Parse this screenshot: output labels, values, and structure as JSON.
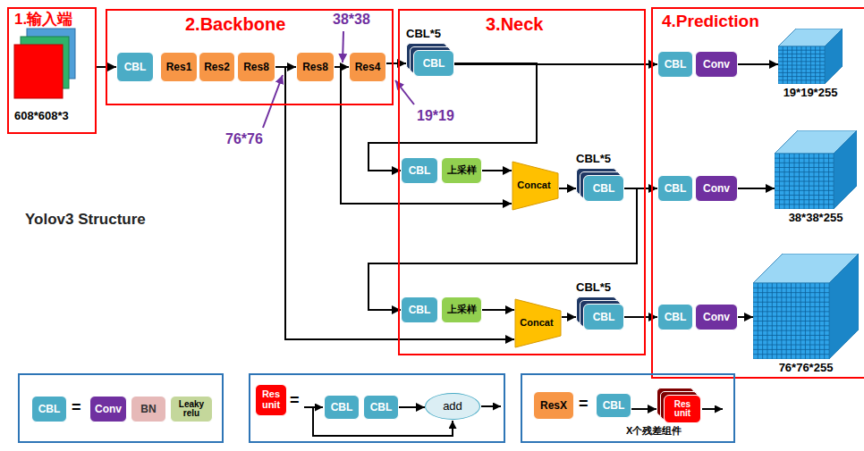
{
  "diagram": {
    "nodes": [
      {
        "text": [
          "1.输入端",
          "608*608*3"
        ]
      },
      {
        "text": [
          "2.Backbone"
        ]
      },
      {
        "text": [
          "CBL"
        ],
        "in": 1
      },
      {
        "text": [
          "Res1"
        ],
        "in": 1
      },
      {
        "text": [
          "Res2"
        ],
        "in": 1
      },
      {
        "text": [
          "Res8"
        ],
        "in": 1
      },
      {
        "text": [
          "Res8"
        ],
        "in": 1
      },
      {
        "text": [
          "Res4"
        ],
        "in": 1
      },
      {
        "text": [
          "3.Neck"
        ]
      },
      {
        "text": [
          "CBL*5",
          "CBL"
        ],
        "in": 8
      },
      {
        "text": [
          "CBL"
        ],
        "in": 8
      },
      {
        "text": [
          "上采样"
        ],
        "in": 8
      },
      {
        "text": [
          "Concat"
        ],
        "in": 8
      },
      {
        "text": [
          "CBL*5",
          "CBL"
        ],
        "in": 8
      },
      {
        "text": [
          "CBL"
        ],
        "in": 8
      },
      {
        "text": [
          "上采样"
        ],
        "in": 8
      },
      {
        "text": [
          "Concat"
        ],
        "in": 8
      },
      {
        "text": [
          "CBL*5",
          "CBL"
        ],
        "in": 8
      },
      {
        "text": [
          "4.Prediction"
        ]
      },
      {
        "text": [
          "CBL"
        ],
        "in": 18
      },
      {
        "text": [
          "Conv"
        ],
        "in": 18
      },
      {
        "text": [
          "19*19*255"
        ],
        "in": 18
      },
      {
        "text": [
          "CBL"
        ],
        "in": 18
      },
      {
        "text": [
          "Conv"
        ],
        "in": 18
      },
      {
        "text": [
          "38*38*255"
        ],
        "in": 18
      },
      {
        "text": [
          "CBL"
        ],
        "in": 18
      },
      {
        "text": [
          "Conv"
        ],
        "in": 18
      },
      {
        "text": [
          "76*76*255"
        ],
        "in": 18
      },
      {
        "text": [
          "="
        ]
      },
      {
        "text": [
          "CBL"
        ],
        "in": 28
      },
      {
        "text": [
          "Conv"
        ],
        "in": 28
      },
      {
        "text": [
          "BN"
        ],
        "in": 28
      },
      {
        "text": [
          "Leaky relu"
        ],
        "in": 28
      },
      {
        "text": [
          "="
        ]
      },
      {
        "text": [
          "Res unit"
        ],
        "in": 33
      },
      {
        "text": [
          "CBL"
        ],
        "in": 33
      },
      {
        "text": [
          "CBL"
        ],
        "in": 33
      },
      {
        "text": [
          "add"
        ],
        "in": 33
      },
      {
        "text": [
          "=",
          "X个残差组件"
        ]
      },
      {
        "text": [
          "ResX"
        ],
        "in": 38
      },
      {
        "text": [
          "CBL"
        ],
        "in": 38
      },
      {
        "text": [
          "Res unit"
        ],
        "in": 38
      }
    ],
    "edges": [
      {
        "from": 0,
        "to": 2,
        "arrow": "to"
      },
      {
        "from": 5,
        "to": 6,
        "arrow": "to"
      },
      {
        "from": 6,
        "to": 7,
        "arrow": "to"
      },
      {
        "from": 7,
        "to": 9,
        "arrow": "to"
      },
      {
        "from": 9,
        "to": 19,
        "arrow": "to"
      },
      {
        "from": 9,
        "to": 10,
        "arrow": "to"
      },
      {
        "from": 11,
        "to": 12,
        "arrow": "to"
      },
      {
        "from": 6,
        "to": 12,
        "arrow": "to"
      },
      {
        "from": 5,
        "to": 16,
        "arrow": "to"
      },
      {
        "from": 12,
        "to": 13,
        "arrow": "to"
      },
      {
        "from": 13,
        "to": 22,
        "arrow": "to"
      },
      {
        "from": 13,
        "to": 14,
        "arrow": "to"
      },
      {
        "from": 15,
        "to": 16,
        "arrow": "to"
      },
      {
        "from": 16,
        "to": 17,
        "arrow": "to"
      },
      {
        "from": 17,
        "to": 25,
        "arrow": "to"
      },
      {
        "from": 20,
        "to": 21,
        "arrow": "to"
      },
      {
        "from": 23,
        "to": 24,
        "arrow": "to"
      },
      {
        "from": 26,
        "to": 27,
        "arrow": "to"
      },
      {
        "from": 36,
        "to": 37,
        "arrow": "to"
      },
      {
        "from": 40,
        "to": 41,
        "arrow": "to"
      }
    ],
    "labels": [
      "38*38",
      "19*19",
      "76*76",
      "Yolov3 Structure"
    ]
  }
}
